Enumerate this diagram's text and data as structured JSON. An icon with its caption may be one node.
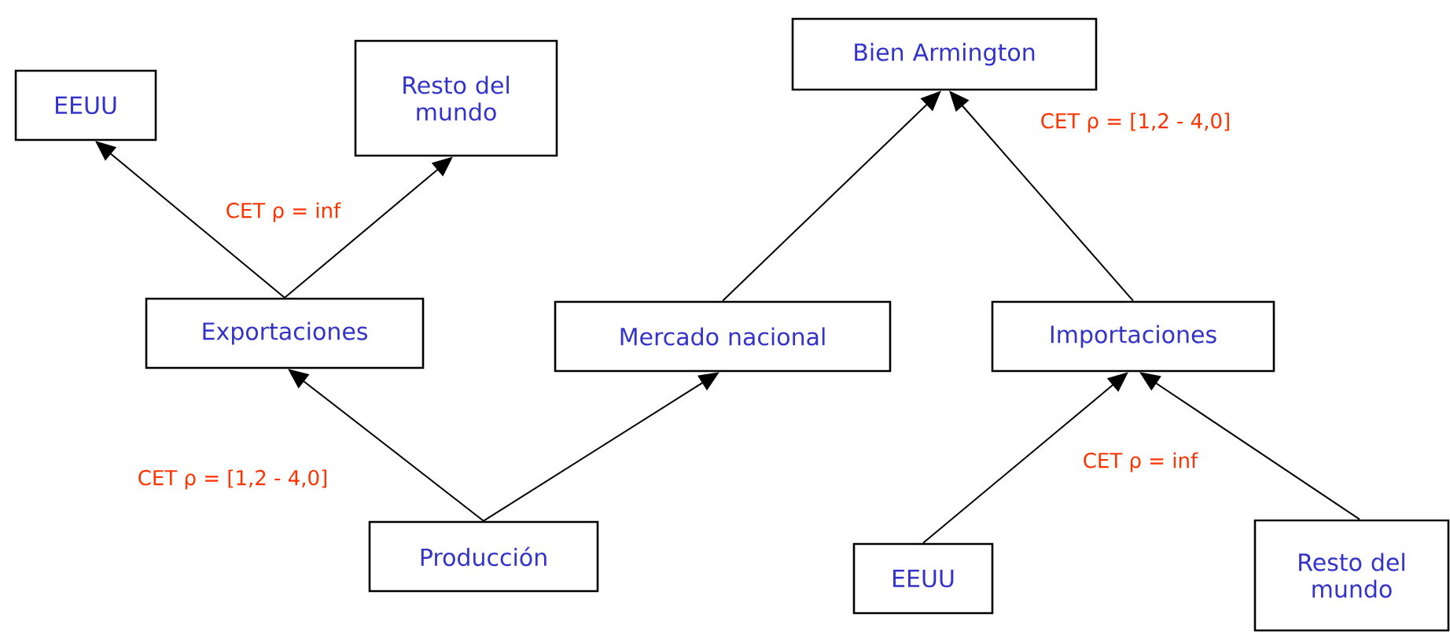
{
  "diagram": {
    "nodes": [
      {
        "text": [
          "EEUU"
        ]
      },
      {
        "text": [
          "Resto del mundo"
        ]
      },
      {
        "text": [
          "Bien Armington"
        ]
      },
      {
        "text": [
          "Exportaciones"
        ]
      },
      {
        "text": [
          "Mercado nacional"
        ]
      },
      {
        "text": [
          "Importaciones"
        ]
      },
      {
        "text": [
          "Producción"
        ]
      },
      {
        "text": [
          "EEUU"
        ]
      },
      {
        "text": [
          "Resto del mundo"
        ]
      }
    ],
    "edges": [
      {
        "from": 3,
        "to": 0,
        "arrow": "to"
      },
      {
        "from": 3,
        "to": 1,
        "arrow": "to"
      },
      {
        "from": 6,
        "to": 3,
        "arrow": "to"
      },
      {
        "from": 6,
        "to": 4,
        "arrow": "to"
      },
      {
        "from": 4,
        "to": 2,
        "arrow": "to"
      },
      {
        "from": 5,
        "to": 2,
        "arrow": "to"
      },
      {
        "from": 7,
        "to": 5,
        "arrow": "to"
      },
      {
        "from": 8,
        "to": 5,
        "arrow": "to"
      }
    ],
    "labels": [
      "CET ρ = [1,2 - 4,0]",
      "CET ρ = inf",
      "CET ρ = inf",
      "CET ρ = [1,2 - 4,0]"
    ]
  }
}
